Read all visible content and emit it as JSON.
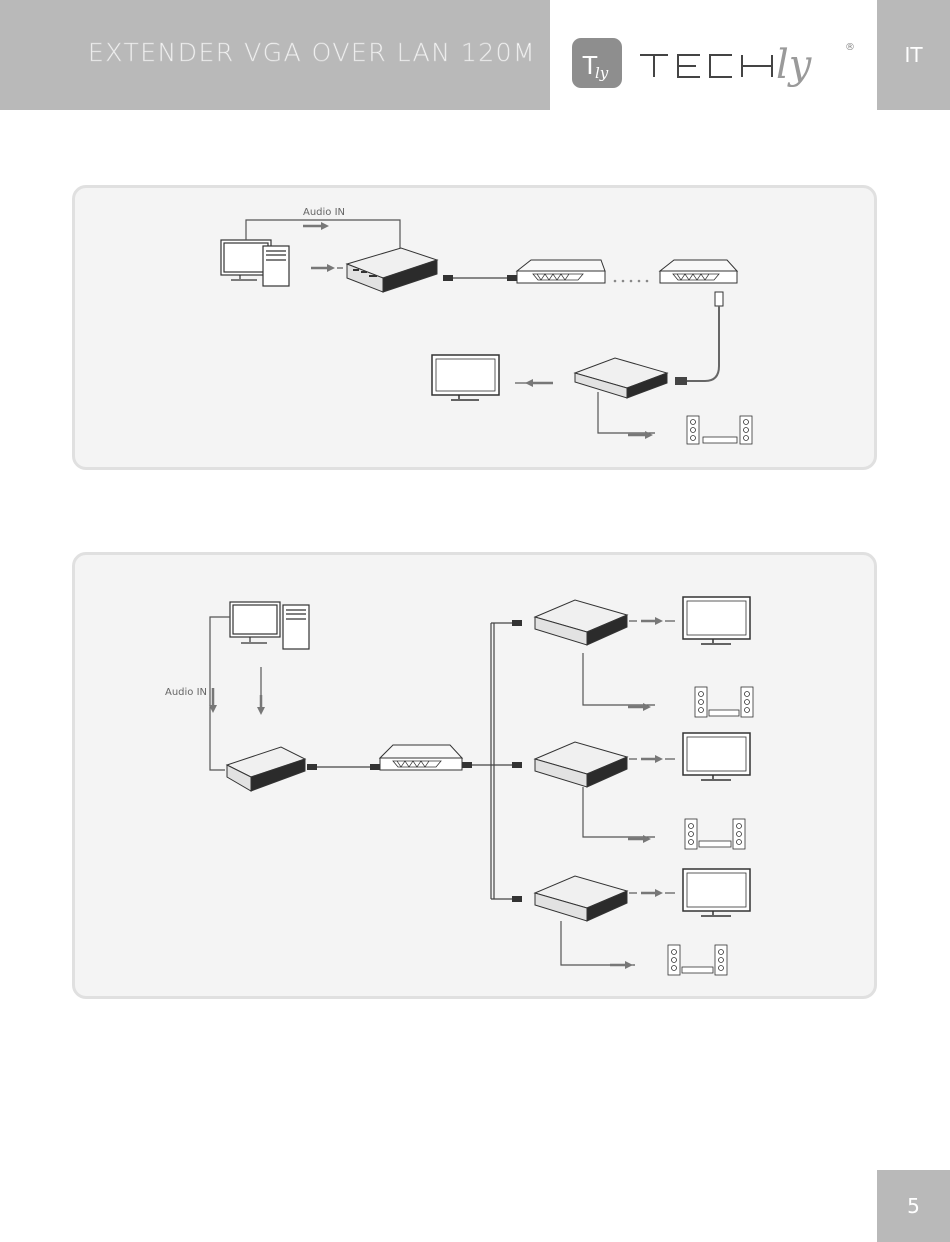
{
  "header": {
    "title": "EXTENDER VGA OVER LAN 120M",
    "brand": "TECHly",
    "brand_mark": "T ly",
    "registered": "®",
    "language": "IT"
  },
  "diagram1": {
    "audio_label": "Audio IN"
  },
  "diagram2": {
    "audio_label": "Audio IN"
  },
  "footer": {
    "page_number": "5"
  }
}
